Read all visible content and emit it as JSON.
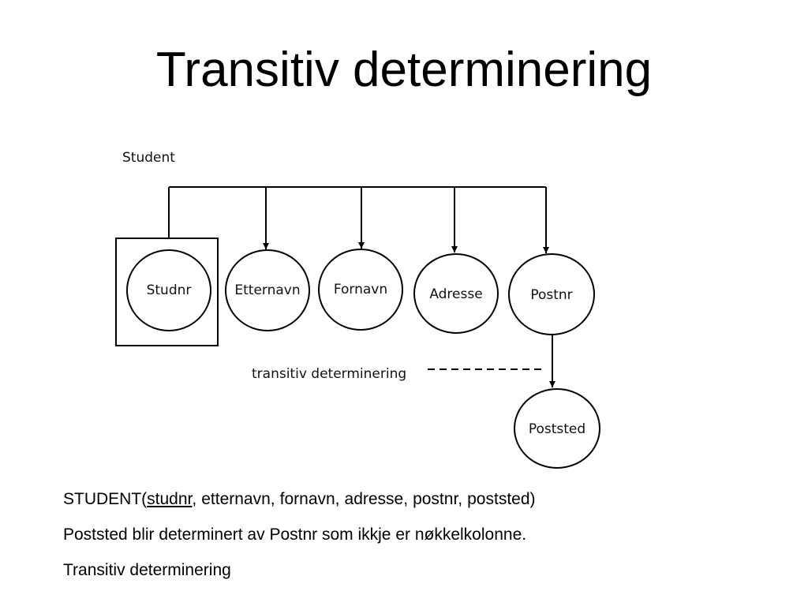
{
  "title": "Transitiv determinering",
  "diagram": {
    "entity_label": "Student",
    "nodes": {
      "studnr": "Studnr",
      "etternavn": "Etternavn",
      "fornavn": "Fornavn",
      "adresse": "Adresse",
      "postnr": "Postnr",
      "poststed": "Poststed"
    },
    "transitive_label": "transitiv determinering"
  },
  "relation": {
    "name_open": "STUDENT(",
    "key": "studnr",
    "attributes": [
      ",",
      "etternavn,",
      "fornavn,",
      "adresse,",
      "postnr,",
      "poststed)"
    ]
  },
  "explanation": "Poststed blir determinert av Postnr som ikkje er nøkkelkolonne.",
  "conclusion": "Transitiv determinering",
  "colors": {
    "background": "#ffffff",
    "stroke": "#000000",
    "text": "#000000"
  }
}
